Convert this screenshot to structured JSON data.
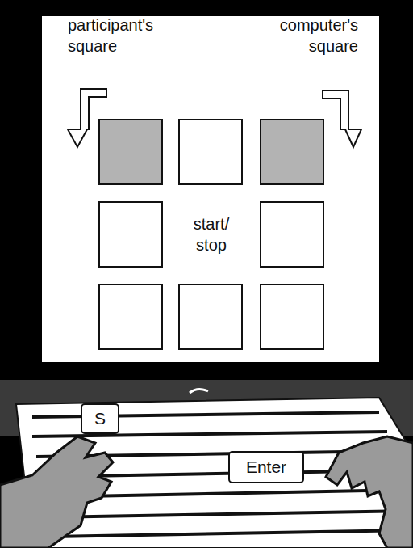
{
  "diagram": {
    "nodes": [
      {
        "text": [
          "S"
        ]
      },
      {
        "text": [
          "Enter"
        ]
      }
    ],
    "labels": [
      "participant's square",
      "computer's square",
      "start/ stop"
    ]
  }
}
